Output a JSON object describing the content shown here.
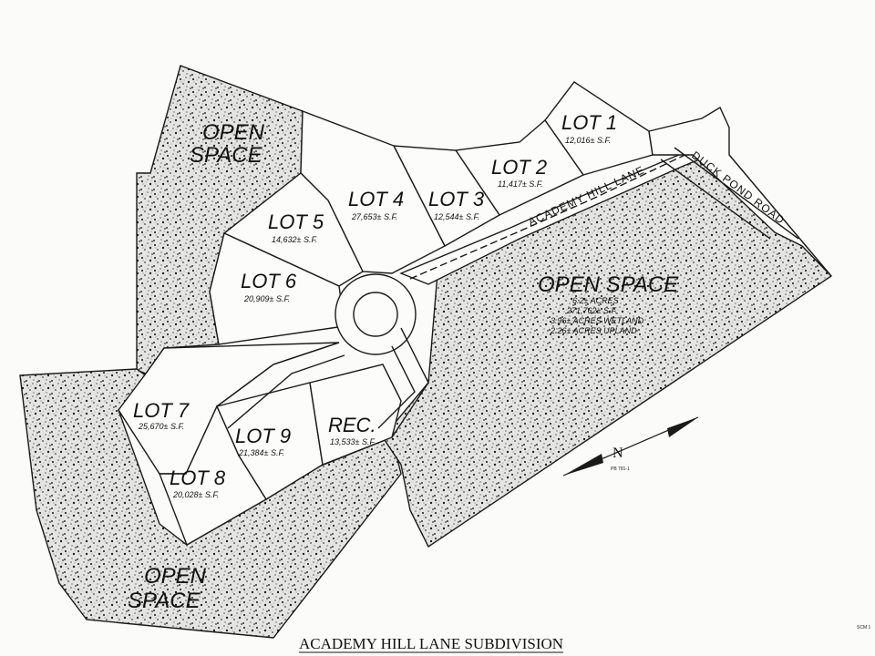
{
  "title": "ACADEMY HILL LANE SUBDIVISION",
  "roads": {
    "academy_hill_lane": "ACADEMY HILL LANE",
    "duck_pond_road": "DUCK POND ROAD"
  },
  "lots": [
    {
      "id": "lot-1",
      "label": "LOT 1",
      "area": "12,016± S.F."
    },
    {
      "id": "lot-2",
      "label": "LOT 2",
      "area": "11,417± S.F."
    },
    {
      "id": "lot-3",
      "label": "LOT 3",
      "area": "12,544± S.F."
    },
    {
      "id": "lot-4",
      "label": "LOT 4",
      "area": "27,653± S.F."
    },
    {
      "id": "lot-5",
      "label": "LOT 5",
      "area": "14,632± S.F."
    },
    {
      "id": "lot-6",
      "label": "LOT 6",
      "area": "20,909± S.F."
    },
    {
      "id": "lot-7",
      "label": "LOT 7",
      "area": "25,670± S.F."
    },
    {
      "id": "lot-8",
      "label": "LOT 8",
      "area": "20,028± S.F."
    },
    {
      "id": "lot-9",
      "label": "LOT 9",
      "area": "21,384± S.F."
    },
    {
      "id": "rec",
      "label": "REC.",
      "area": "13,533± S.F."
    }
  ],
  "open_space": {
    "north_line1": "OPEN",
    "north_line2": "SPACE",
    "east_label": "OPEN SPACE",
    "east_acres": "6.2± ACRES",
    "east_sf": "271,762± S.F.",
    "east_wetland": "3.96± ACRES WETLAND",
    "east_upland": "2.26± ACRES UPLAND",
    "south_line1": "OPEN",
    "south_line2": "SPACE"
  },
  "north_arrow": {
    "symbol": "N",
    "ref": "PB 781-1"
  },
  "corner_note": "SCM 1",
  "colors": {
    "ink": "#1a1a1a",
    "paper": "#fcfcfb",
    "stipple": "#9a9a9a"
  }
}
